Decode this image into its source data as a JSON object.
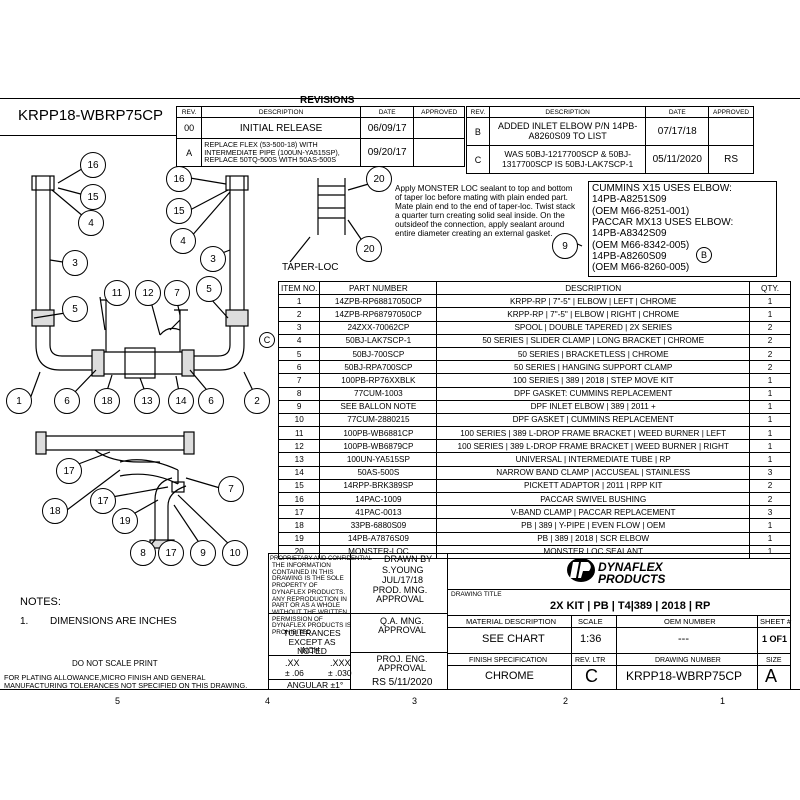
{
  "part_number_header": "KRPP18-WBRP75CP",
  "revisions": {
    "title": "REVISIONS",
    "headers": {
      "rev": "REV.",
      "description": "DESCRIPTION",
      "date": "DATE",
      "approved": "APPROVED"
    },
    "left": [
      {
        "rev": "00",
        "description": "INITIAL RELEASE",
        "date": "06/09/17",
        "approved": ""
      },
      {
        "rev": "A",
        "description": "REPLACE FLEX (53-500-18) WITH INTERMEDIATE PIPE (100UN-YA515SP), REPLACE 50TQ-500S WITH 50AS-500S",
        "date": "09/20/17",
        "approved": ""
      }
    ],
    "right": [
      {
        "rev": "B",
        "description": "ADDED INLET ELBOW P/N 14PB-A8260S09 TO LIST",
        "date": "07/17/18",
        "approved": ""
      },
      {
        "rev": "C",
        "description": "WAS 50BJ-1217700SCP & 50BJ-1317700SCP IS 50BJ-LAK7SCP-1",
        "date": "05/11/2020",
        "approved": "RS"
      }
    ]
  },
  "notes_monster_loc": "Apply MONSTER LOC sealant to top and bottom of taper loc before mating with plain ended part. Mate plain end to the end of taper-loc. Twist stack a quarter turn creating solid seal inside. On the outsideof the connection, apply sealant around entire diameter creating an external gasket.",
  "taper_loc_label": "TAPER-LOC",
  "elbow_box": {
    "lines": [
      "CUMMINS X15 USES ELBOW:",
      "14PB-A8251S09",
      "(OEM M66-8251-001)",
      "PACCAR MX13 USES ELBOW:",
      "14PB-A8342S09",
      "(OEM M66-8342-005)",
      "14PB-A8260S09",
      "(OEM M66-8260-005)"
    ],
    "callout": "9",
    "rev_mark": "B"
  },
  "rev_mark_c": "C",
  "parts_table": {
    "headers": {
      "item": "ITEM NO.",
      "part": "PART NUMBER",
      "description": "DESCRIPTION",
      "qty": "QTY."
    },
    "rows": [
      {
        "item": "1",
        "part": "14ZPB-RP68817050CP",
        "description": "KRPP-RP | 7\"-5\" | ELBOW | LEFT | CHROME",
        "qty": "1"
      },
      {
        "item": "2",
        "part": "14ZPB-RP68797050CP",
        "description": "KRPP-RP | 7\"-5\" | ELBOW | RIGHT | CHROME",
        "qty": "1"
      },
      {
        "item": "3",
        "part": "24ZXX-70062CP",
        "description": "SPOOL | DOUBLE TAPERED | 2X SERIES",
        "qty": "2"
      },
      {
        "item": "4",
        "part": "50BJ-LAK7SCP-1",
        "description": "50 SERIES | SLIDER CLAMP | LONG BRACKET |  CHROME",
        "qty": "2"
      },
      {
        "item": "5",
        "part": "50BJ-700SCP",
        "description": "50 SERIES | BRACKETLESS | CHROME",
        "qty": "2"
      },
      {
        "item": "6",
        "part": "50BJ-RPA700SCP",
        "description": "50 SERIES | HANGING SUPPORT CLAMP",
        "qty": "2"
      },
      {
        "item": "7",
        "part": "100PB-RP76XXBLK",
        "description": "100 SERIES | 389 | 2018 | STEP MOVE KIT",
        "qty": "1"
      },
      {
        "item": "8",
        "part": "77CUM-1003",
        "description": "DPF GASKET: CUMMINS REPLACEMENT",
        "qty": "1"
      },
      {
        "item": "9",
        "part": "SEE BALLON NOTE",
        "description": "DPF INLET ELBOW | 389 | 2011 +",
        "qty": "1"
      },
      {
        "item": "10",
        "part": "77CUM-2880215",
        "description": "DPF GASKET | CUMMINS REPLACEMENT",
        "qty": "1"
      },
      {
        "item": "11",
        "part": "100PB-WB6881CP",
        "description": "100 SERIES | 389 L-DROP FRAME BRACKET | WEED BURNER | LEFT",
        "qty": "1"
      },
      {
        "item": "12",
        "part": "100PB-WB6879CP",
        "description": "100 SERIES | 389 L-DROP FRAME BRACKET | WEED BURNER | RIGHT",
        "qty": "1"
      },
      {
        "item": "13",
        "part": "100UN-YA515SP",
        "description": "UNIVERSAL | INTERMEDIATE TUBE | RP",
        "qty": "1"
      },
      {
        "item": "14",
        "part": "50AS-500S",
        "description": "NARROW BAND CLAMP | ACCUSEAL | STAINLESS",
        "qty": "3"
      },
      {
        "item": "15",
        "part": "14RPP-BRK389SP",
        "description": "PICKETT ADAPTOR | 2011 | RPP KIT",
        "qty": "2"
      },
      {
        "item": "16",
        "part": "14PAC-1009",
        "description": "PACCAR SWIVEL BUSHING",
        "qty": "2"
      },
      {
        "item": "17",
        "part": "41PAC-0013",
        "description": "V-BAND CLAMP | PACCAR REPLACEMENT",
        "qty": "3"
      },
      {
        "item": "18",
        "part": "33PB-6880S09",
        "description": "PB | 389 | Y-PIPE | EVEN FLOW | OEM",
        "qty": "1"
      },
      {
        "item": "19",
        "part": "14PB-A7876S09",
        "description": "PB | 389 | 2018 | SCR ELBOW",
        "qty": "1"
      },
      {
        "item": "20",
        "part": "MONSTER-LOC",
        "description": "MONSTER LOC SEALANT",
        "qty": "1"
      }
    ]
  },
  "title_block": {
    "proprietary_title": "PROPRIETARY AND CONFIDENTIAL",
    "proprietary_text": "THE INFORMATION CONTAINED IN THIS DRAWING IS THE SOLE PROPERTY OF DYNAFLEX PRODUCTS. ANY REPRODUCTION IN PART OR AS A WHOLE WITHOUT THE WRITTEN PERMISSION OF DYNAFLEX PRODUCTS IS PROHIBITED.",
    "drawn_by_label": "DRAWN BY",
    "drawn_by": "S.YOUNG",
    "drawn_date": "JUL/17/18",
    "prod_mng_label": "PROD. MNG. APPROVAL",
    "qa_label": "Q.A. MNG. APPROVAL",
    "proj_eng_label": "PROJ. ENG. APPROVAL",
    "proj_eng_value": "RS 5/11/2020",
    "tolerances_label": "TOLERANCES EXCEPT AS NOTED",
    "inch": "INCH",
    "xx": ".XX",
    "xxx": ".XXX",
    "xx_tol": "± .06",
    "xxx_tol": "± .030",
    "angular": "ANGULAR ±1°",
    "company_line1": "DYNAFLEX",
    "company_line2": "PRODUCTS",
    "drawing_title_label": "DRAWING TITLE",
    "drawing_title": "2X KIT | PB | T4|389 | 2018 | RP",
    "material_spec_label": "MATERIAL DESCRIPTION",
    "material_spec": "SEE CHART",
    "scale_label": "SCALE",
    "scale": "1:36",
    "oem_label": "OEM NUMBER",
    "oem": "---",
    "sheet_label": "SHEET #",
    "sheet": "1 OF1",
    "finish_label": "FINISH SPECIFICATION",
    "finish": "CHROME",
    "rev_ltr_label": "REV. LTR",
    "rev_ltr": "C",
    "drawing_number_label": "DRAWING NUMBER",
    "drawing_number": "KRPP18-WBRP75CP",
    "size_label": "SIZE",
    "size": "A"
  },
  "notes": {
    "title": "NOTES:",
    "item1_num": "1.",
    "item1": "DIMENSIONS ARE INCHES",
    "do_not_scale": "DO NOT SCALE PRINT",
    "plating": "FOR PLATING ALLOWANCE,MICRO FINISH AND GENERAL MANUFACTURING TOLERANCES NOT SPECIFIED ON THIS DRAWING."
  },
  "zone_markers": [
    "5",
    "4",
    "3",
    "2",
    "1"
  ],
  "callouts": [
    "1",
    "2",
    "3",
    "4",
    "5",
    "6",
    "7",
    "8",
    "9",
    "10",
    "11",
    "12",
    "13",
    "14",
    "15",
    "16",
    "17",
    "18",
    "19",
    "20"
  ]
}
